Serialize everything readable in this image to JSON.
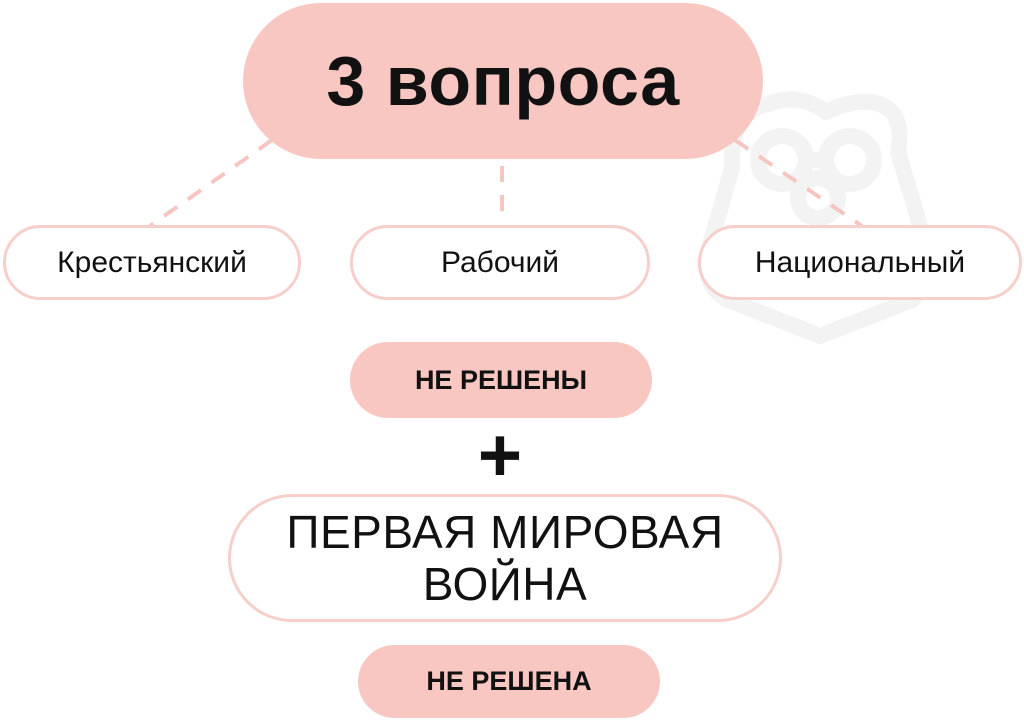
{
  "title": "3 вопроса",
  "categories": [
    {
      "label": "Крестьянский"
    },
    {
      "label": "Рабочий"
    },
    {
      "label": "Национальный"
    }
  ],
  "status_unsolved_plural": "НЕ РЕШЕНЫ",
  "plus": "+",
  "war_label": "ПЕРВАЯ МИРОВАЯ ВОЙНА",
  "status_unsolved_singular": "НЕ РЕШЕНА",
  "colors": {
    "pill_fill": "#f8c7c2",
    "pill_outline": "#f6cfcb",
    "connector": "#f5c6c0",
    "text": "#111111",
    "watermark": "#f3f3f3"
  },
  "icons": {
    "watermark": "bear-with-glasses-logo"
  }
}
